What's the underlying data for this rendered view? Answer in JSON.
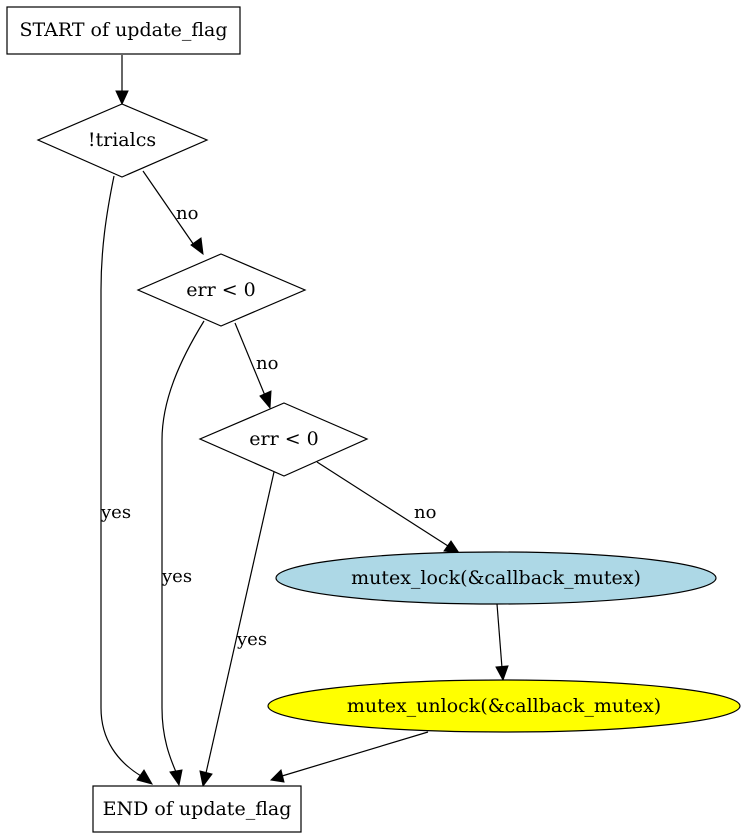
{
  "diagram": {
    "nodes": {
      "start": {
        "label": "START of update_flag",
        "shape": "box",
        "fill": "#ffffff"
      },
      "d1": {
        "label": "!trialcs",
        "shape": "diamond",
        "fill": "#ffffff"
      },
      "d2": {
        "label": "err < 0",
        "shape": "diamond",
        "fill": "#ffffff"
      },
      "d3": {
        "label": "err < 0",
        "shape": "diamond",
        "fill": "#ffffff"
      },
      "lock": {
        "label": "mutex_lock(&callback_mutex)",
        "shape": "ellipse",
        "fill": "#add8e6"
      },
      "unlock": {
        "label": "mutex_unlock(&callback_mutex)",
        "shape": "ellipse",
        "fill": "#ffff00"
      },
      "end": {
        "label": "END of update_flag",
        "shape": "box",
        "fill": "#ffffff"
      }
    },
    "edges": {
      "start_d1": {
        "from": "start",
        "to": "d1",
        "label": ""
      },
      "d1_d2": {
        "from": "d1",
        "to": "d2",
        "label": "no"
      },
      "d1_end": {
        "from": "d1",
        "to": "end",
        "label": "yes"
      },
      "d2_d3": {
        "from": "d2",
        "to": "d3",
        "label": "no"
      },
      "d2_end": {
        "from": "d2",
        "to": "end",
        "label": "yes"
      },
      "d3_lock": {
        "from": "d3",
        "to": "lock",
        "label": "no"
      },
      "d3_end": {
        "from": "d3",
        "to": "end",
        "label": "yes"
      },
      "lock_unlock": {
        "from": "lock",
        "to": "unlock",
        "label": ""
      },
      "unlock_end": {
        "from": "unlock",
        "to": "end",
        "label": ""
      }
    }
  }
}
